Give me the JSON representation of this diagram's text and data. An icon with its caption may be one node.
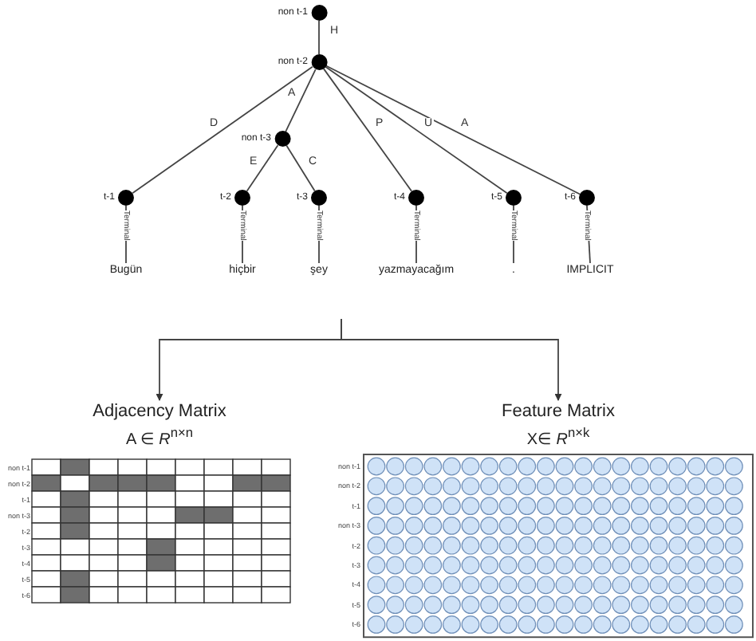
{
  "diagram": {
    "nodes": [
      {
        "text": [
          "non t-1"
        ]
      },
      {
        "text": [
          "non t-2"
        ]
      },
      {
        "text": [
          "non t-3"
        ]
      },
      {
        "text": [
          "t-1"
        ]
      },
      {
        "text": [
          "t-2"
        ]
      },
      {
        "text": [
          "t-3"
        ]
      },
      {
        "text": [
          "t-4"
        ]
      },
      {
        "text": [
          "t-5"
        ]
      },
      {
        "text": [
          "t-6"
        ]
      },
      {
        "text": [
          "Bugün"
        ]
      },
      {
        "text": [
          "hiçbir"
        ]
      },
      {
        "text": [
          "şey"
        ]
      },
      {
        "text": [
          "yazmayacağım"
        ]
      },
      {
        "text": [
          "."
        ]
      },
      {
        "text": [
          "IMPLICIT"
        ]
      },
      {
        "text": [
          "Adjacency Matrix",
          "A ∈ *R*$^{n×n}$"
        ]
      },
      {
        "text": [
          "Feature Matrix",
          "X∈ *R*$^{n×k}$"
        ]
      }
    ],
    "edges": [
      {
        "from": 0,
        "to": 1,
        "arrow": "none",
        "label": "H"
      },
      {
        "from": 1,
        "to": 3,
        "arrow": "none",
        "label": "D"
      },
      {
        "from": 1,
        "to": 2,
        "arrow": "none",
        "label": "A"
      },
      {
        "from": 2,
        "to": 4,
        "arrow": "none",
        "label": "E"
      },
      {
        "from": 2,
        "to": 5,
        "arrow": "none",
        "label": "C"
      },
      {
        "from": 1,
        "to": 6,
        "arrow": "none",
        "label": "P"
      },
      {
        "from": 1,
        "to": 7,
        "arrow": "none",
        "label": "U"
      },
      {
        "from": 1,
        "to": 8,
        "arrow": "none",
        "label": "A"
      },
      {
        "from": 3,
        "to": 9,
        "arrow": "none",
        "label": "Terminal"
      },
      {
        "from": 4,
        "to": 10,
        "arrow": "none",
        "label": "Terminal"
      },
      {
        "from": 5,
        "to": 11,
        "arrow": "none",
        "label": "Terminal"
      },
      {
        "from": 6,
        "to": 12,
        "arrow": "none",
        "label": "Terminal"
      },
      {
        "from": 7,
        "to": 13,
        "arrow": "none",
        "label": "Terminal"
      },
      {
        "from": 8,
        "to": 14,
        "arrow": "none",
        "label": "Terminal"
      },
      {
        "from": null,
        "to": 15,
        "arrow": "to"
      },
      {
        "from": null,
        "to": 16,
        "arrow": "to"
      }
    ],
    "labels": [
      "non t-1",
      "non t-2",
      "t-1",
      "non t-3",
      "t-2",
      "t-3",
      "t-4",
      "t-5",
      "t-6",
      "non t-1",
      "non t-2",
      "t-1",
      "non t-3",
      "t-2",
      "t-3",
      "t-4",
      "t-5",
      "t-6"
    ]
  }
}
